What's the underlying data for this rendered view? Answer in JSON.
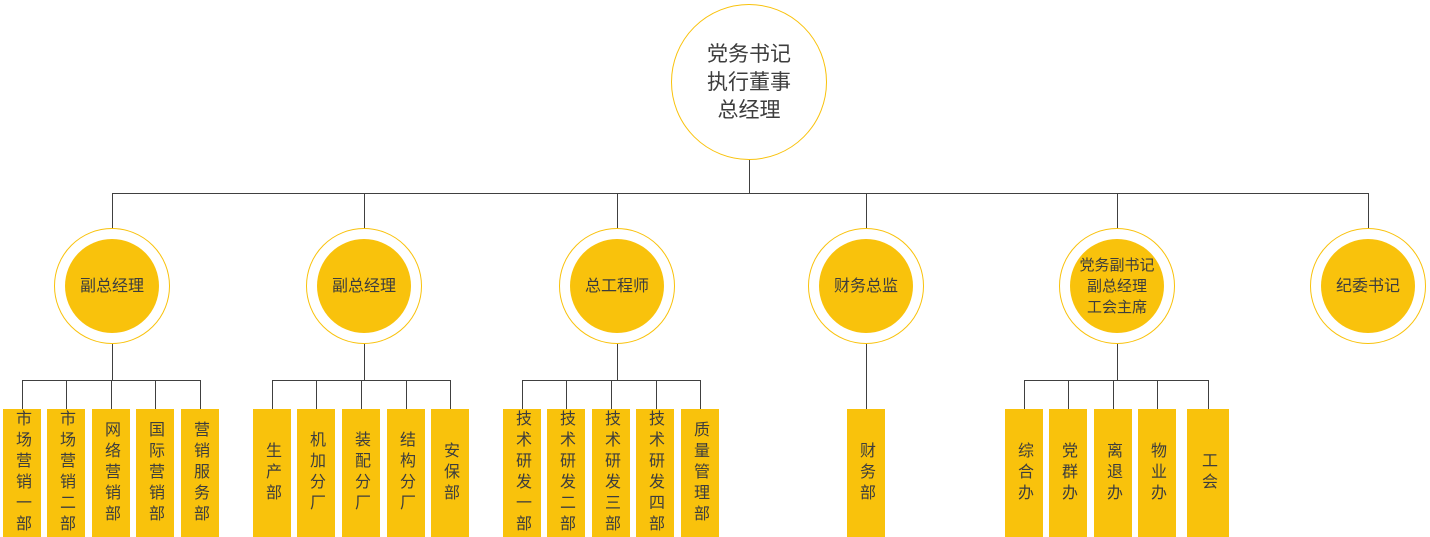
{
  "colors": {
    "node_yellow": "#F9C20C",
    "connector_gray": "#404040",
    "label_dark": "#3D3D3D",
    "canvas_white": "#FFFFFF"
  },
  "root": {
    "label": "党务书记\n执行董事\n总经理"
  },
  "branches": [
    {
      "label": "副总经理",
      "children": [
        {
          "label": "市场营销一部"
        },
        {
          "label": "市场营销二部"
        },
        {
          "label": "网络营销部"
        },
        {
          "label": "国际营销部"
        },
        {
          "label": "营销服务部"
        }
      ]
    },
    {
      "label": "副总经理",
      "children": [
        {
          "label": "生产部"
        },
        {
          "label": "机加分厂"
        },
        {
          "label": "装配分厂"
        },
        {
          "label": "结构分厂"
        },
        {
          "label": "安保部"
        }
      ]
    },
    {
      "label": "总工程师",
      "children": [
        {
          "label": "技术研发一部"
        },
        {
          "label": "技术研发二部"
        },
        {
          "label": "技术研发三部"
        },
        {
          "label": "技术研发四部"
        },
        {
          "label": "质量管理部"
        }
      ]
    },
    {
      "label": "财务总监",
      "children": [
        {
          "label": "财务部"
        }
      ]
    },
    {
      "label": "党务副书记\n副总经理\n工会主席",
      "children": [
        {
          "label": "综合办"
        },
        {
          "label": "党群办"
        },
        {
          "label": "离退办"
        },
        {
          "label": "物业办"
        },
        {
          "label": "工会"
        }
      ]
    },
    {
      "label": "纪委书记",
      "children": []
    }
  ]
}
